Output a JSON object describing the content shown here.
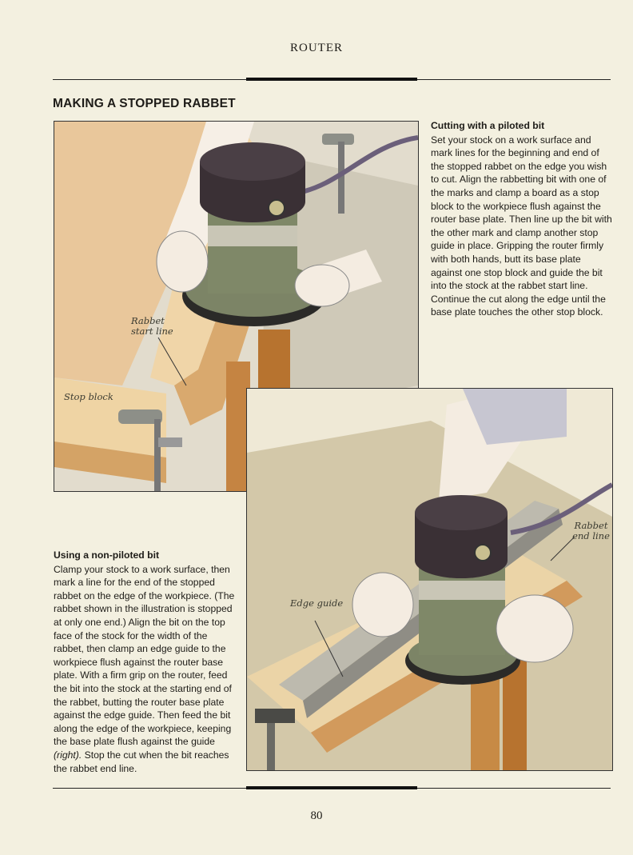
{
  "running_head": "ROUTER",
  "section_title": "MAKING A STOPPED RABBET",
  "piloted": {
    "heading": "Cutting with a piloted bit",
    "body": "Set your stock on a work surface and mark lines for the beginning and end of the stopped rabbet on the edge you wish to cut. Align the rabbetting bit with one of the marks and clamp a board as a stop block to the workpiece flush against the router base plate. Then line up the bit with the other mark and clamp another stop guide in place. Gripping the router firmly with both hands, butt its base plate against one stop block and guide the bit into the stock at the rabbet start line. Continue the cut along the edge until the base plate touches the other stop block."
  },
  "non_piloted": {
    "heading": "Using a non-piloted bit",
    "body_before": "Clamp your stock to a work surface, then mark a line for the end of the stopped rabbet on the edge of the workpiece. (The rabbet shown in the illustration is stopped at only one end.) Align the bit on the top face of the stock for the width of the rabbet, then clamp an edge guide to the workpiece flush against the router base plate. With a firm grip on the router, feed the bit into the stock at the starting end of the rabbet, butting the router base plate against the edge guide. Then feed the bit along the edge of the workpiece, keeping the base plate flush against the guide ",
    "body_emphasis": "(right).",
    "body_after": " Stop the cut when the bit reaches the rabbet end line."
  },
  "callouts": {
    "rabbet_start_line": "Rabbet start line",
    "stop_block": "Stop block",
    "rabbet_end_line": "Rabbet end line",
    "edge_guide": "Edge guide"
  },
  "page_number": "80"
}
